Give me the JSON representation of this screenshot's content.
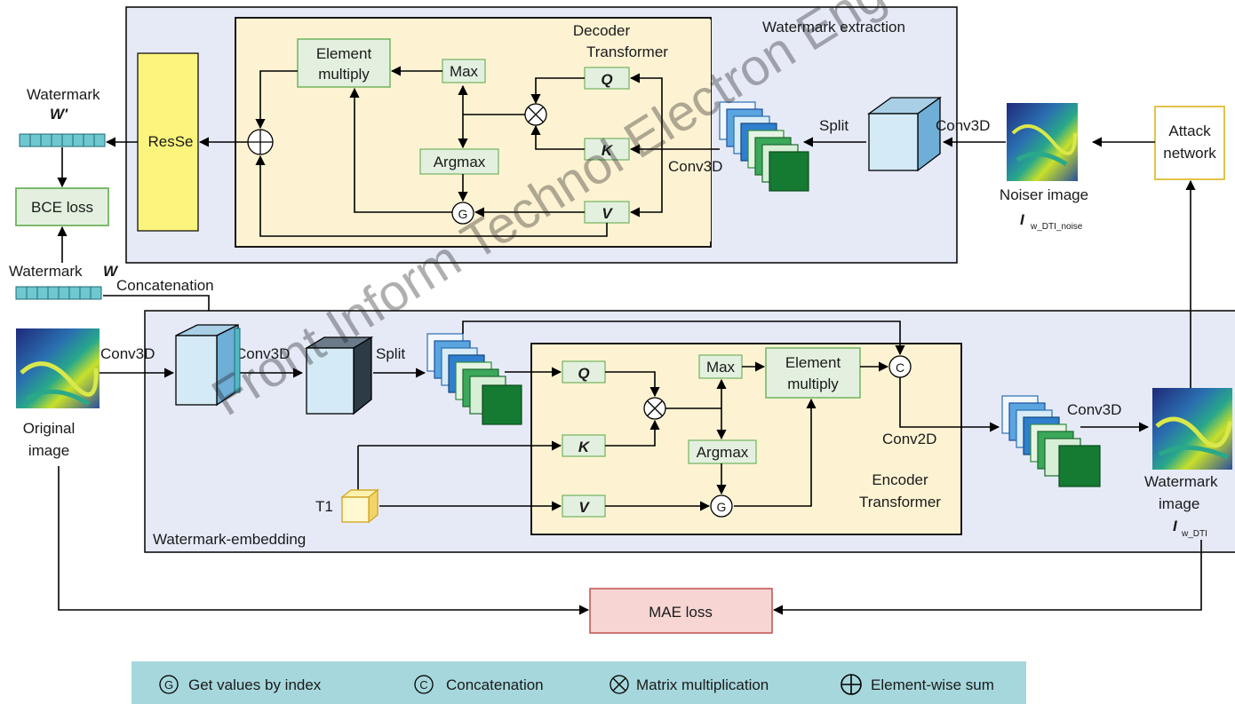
{
  "extraction": {
    "title": "Watermark extraction",
    "decoder_title_line1": "Decoder",
    "decoder_title_line2": "Transformer",
    "resse": "ResSe",
    "element_line1": "Element",
    "element_line2": "multiply",
    "max": "Max",
    "argmax": "Argmax",
    "q": "Q",
    "k": "K",
    "v": "V",
    "conv3d_a": "Conv3D",
    "split": "Split",
    "conv3d_b": "Conv3D",
    "noiser_label": "Noiser image",
    "noiser_var": "I",
    "noiser_sub": "w_DTI_noise"
  },
  "attack": {
    "line1": "Attack",
    "line2": "network"
  },
  "left": {
    "watermark_label": "Watermark",
    "w_prime": "W'",
    "bce": "BCE loss",
    "watermark_label2": "Watermark",
    "w": "W",
    "concatenation": "Concatenation"
  },
  "embedding": {
    "title": "Watermark-embedding",
    "original_line1": "Original",
    "original_line2": "image",
    "conv3d_a": "Conv3D",
    "conv3d_b": "Conv3D",
    "split": "Split",
    "q": "Q",
    "k": "K",
    "v": "V",
    "max": "Max",
    "argmax": "Argmax",
    "element_line1": "Element",
    "element_line2": "multiply",
    "conv2d": "Conv2D",
    "conv3d_c": "Conv3D",
    "encoder_line1": "Encoder",
    "encoder_line2": "Transformer",
    "t1": "T1",
    "wm_line1": "Watermark",
    "wm_line2": "image",
    "wm_var": "I",
    "wm_sub": "w_DTI"
  },
  "mae": "MAE loss",
  "symbols": {
    "g": "G",
    "c": "C"
  },
  "legend": {
    "g_text": "Get values by index",
    "c_text": "Concatenation",
    "x_text": "Matrix multiplication",
    "plus_text": "Element-wise sum"
  },
  "watermark_text": "Front Inform Technol Electron Eng",
  "colors": {
    "panel_blue": "#e6eaf7",
    "transformer_yellow": "#fdf3d3",
    "green_box": "#e3f0df",
    "green_border": "#71b35f",
    "resse_yellow": "#fbf57d",
    "mae_pink": "#f6d5d2",
    "legend_teal": "#a6d7dc",
    "dark_green": "#157a32"
  }
}
